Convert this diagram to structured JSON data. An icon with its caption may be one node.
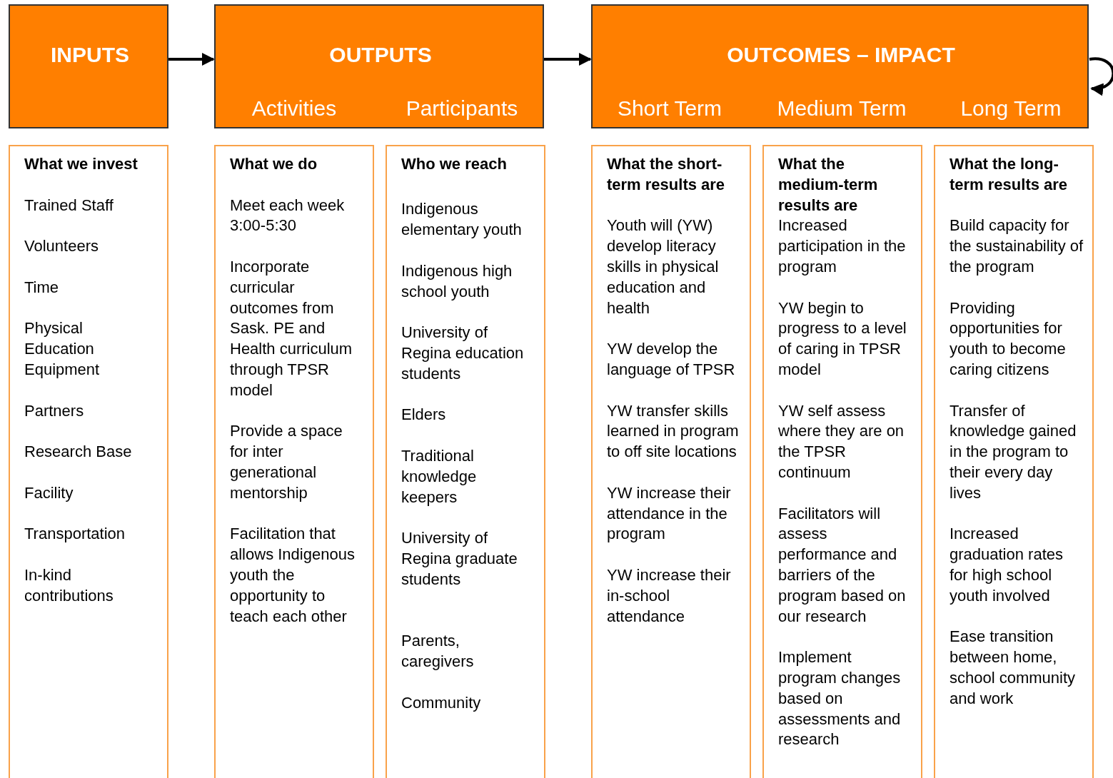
{
  "diagram": {
    "nodes": [
      {
        "text": [
          "INPUTS"
        ]
      },
      {
        "text": [
          "OUTPUTS",
          "Activities",
          "Participants"
        ]
      },
      {
        "text": [
          "OUTCOMES – IMPACT",
          "Short Term",
          "Medium Term",
          "Long Term"
        ]
      },
      {
        "text": [
          "What we invest",
          "Trained Staff",
          "Volunteers",
          "Time",
          "Physical Education Equipment",
          "Partners",
          "Research Base",
          "Facility",
          "Transportation",
          "In-kind contributions"
        ]
      },
      {
        "text": [
          "What we do",
          "Meet each week 3:00-5:30",
          "Incorporate curricular outcomes from Sask. PE and Health curriculum through TPSR model",
          "Provide a space for inter generational mentorship",
          "Facilitation that allows Indigenous youth the opportunity to teach each other"
        ]
      },
      {
        "text": [
          "Who we reach",
          "Indigenous elementary youth",
          "Indigenous high school youth",
          "University of Regina education students",
          "Elders",
          "Traditional knowledge keepers",
          "University of Regina graduate students",
          "Parents, caregivers",
          "Community"
        ]
      },
      {
        "text": [
          "What the short-term results are",
          "Youth will (YW) develop literacy skills in physical education and health",
          "YW develop the language of TPSR",
          "YW transfer skills learned in program to off site locations",
          "YW increase their attendance in the program",
          "YW increase their in-school attendance"
        ]
      },
      {
        "text": [
          "What the medium-term results are",
          "Increased participation in the program",
          "YW begin to progress to a level of caring in TPSR model",
          "YW self assess where they are on the TPSR continuum",
          "Facilitators will assess performance and barriers of the program based on our research",
          "Implement program changes based on assessments and research"
        ]
      },
      {
        "text": [
          "What the long-term results are",
          "Build capacity for the sustainability of the program",
          "Providing opportunities for youth to become caring citizens",
          "Transfer of knowledge gained in the program to their every day lives",
          "Increased graduation rates for high school youth involved",
          "Ease transition between home, school community and work"
        ]
      }
    ],
    "edges": [
      {
        "from": 0,
        "to": 1,
        "arrow": "to"
      },
      {
        "from": 1,
        "to": 2,
        "arrow": "to"
      },
      {
        "from": 2,
        "to": 2,
        "arrow": "to"
      }
    ]
  }
}
